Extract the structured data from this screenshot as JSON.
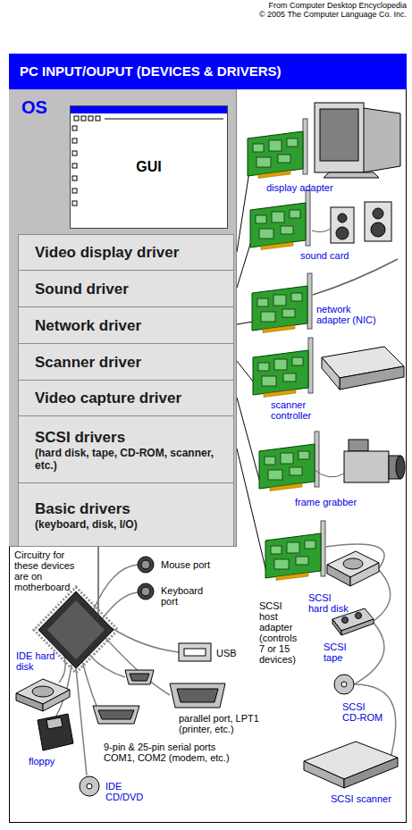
{
  "diagram": {
    "title": "PC INPUT/OUPUT (DEVICES & DRIVERS)",
    "nodes": [
      {
        "text": [
          "OS"
        ]
      },
      {
        "text": [
          "GUI"
        ],
        "in": 0
      },
      {
        "text": [
          "Video display driver"
        ],
        "in": 0
      },
      {
        "text": [
          "Sound driver"
        ],
        "in": 0
      },
      {
        "text": [
          "Network driver"
        ],
        "in": 0
      },
      {
        "text": [
          "Scanner driver"
        ],
        "in": 0
      },
      {
        "text": [
          "Video capture driver"
        ],
        "in": 0
      },
      {
        "text": [
          "SCSI drivers",
          "(hard disk, tape, CD-ROM, scanner, etc.)"
        ],
        "in": 0
      },
      {
        "text": [
          "Basic drivers",
          "(keyboard, disk, I/O)"
        ],
        "in": 0
      }
    ],
    "labels": [
      "From Computer Desktop Encyclopedia",
      "© 2005 The Computer Language Co. Inc.",
      "display adapter",
      "sound card",
      "network adapter (NIC)",
      "scanner controller",
      "frame grabber",
      "SCSI host adapter (controls 7 or 15 devices)",
      "SCSI hard disk",
      "SCSI tape",
      "SCSI CD-ROM",
      "SCSI scanner",
      "Circuitry for these devices are on motherboard",
      "Mouse port",
      "Keyboard port",
      "USB",
      "parallel port, LPT1 (printer, etc.)",
      "9-pin & 25-pin serial ports COM1, COM2 (modem, etc.)",
      "IDE hard disk",
      "floppy",
      "IDE CD/DVD"
    ]
  }
}
